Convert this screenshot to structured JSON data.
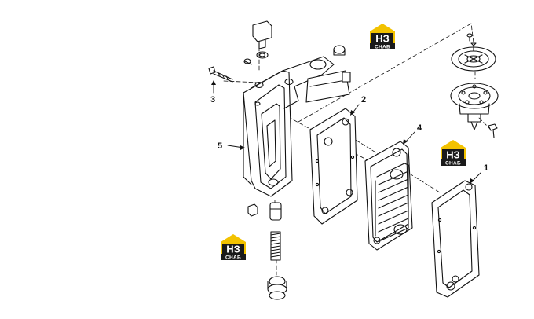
{
  "diagram": {
    "callouts": [
      {
        "id": "c1",
        "label": "1"
      },
      {
        "id": "c2",
        "label": "2"
      },
      {
        "id": "c3",
        "label": "3"
      },
      {
        "id": "c4",
        "label": "4"
      },
      {
        "id": "c5",
        "label": "5"
      }
    ],
    "logo": {
      "top": "НЗ",
      "bottom": "СНАБ",
      "color": "#f2c200"
    }
  }
}
